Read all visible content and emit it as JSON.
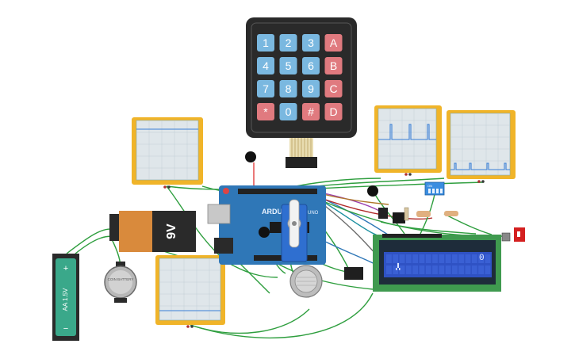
{
  "keypad": {
    "keys": [
      {
        "label": "1",
        "kind": "num"
      },
      {
        "label": "2",
        "kind": "num"
      },
      {
        "label": "3",
        "kind": "num"
      },
      {
        "label": "A",
        "kind": "alpha"
      },
      {
        "label": "4",
        "kind": "num"
      },
      {
        "label": "5",
        "kind": "num"
      },
      {
        "label": "6",
        "kind": "num"
      },
      {
        "label": "B",
        "kind": "alpha"
      },
      {
        "label": "7",
        "kind": "num"
      },
      {
        "label": "8",
        "kind": "num"
      },
      {
        "label": "9",
        "kind": "num"
      },
      {
        "label": "C",
        "kind": "alpha"
      },
      {
        "label": "*",
        "kind": "alpha"
      },
      {
        "label": "0",
        "kind": "num"
      },
      {
        "label": "#",
        "kind": "alpha"
      },
      {
        "label": "D",
        "kind": "alpha"
      }
    ]
  },
  "battery_9v": {
    "label": "9V"
  },
  "battery_aa": {
    "label": "AA 1.5V",
    "plus": "+",
    "minus": "−"
  },
  "coin_cell": {
    "label": "COIN BATTERY"
  },
  "arduino": {
    "brand": "ARDUINO",
    "model": "UNO"
  },
  "lcd": {
    "right_char": "0",
    "left_char": "Ὣ6"
  },
  "dip_switch": {
    "label": "ON"
  },
  "colors": {
    "wire_green": "#2e9e3e",
    "board_blue": "#2f77b7",
    "scope_frame": "#f0b429",
    "key_blue": "#7ab8e0",
    "key_red": "#e07a7f",
    "lcd_green": "#3f9a4f",
    "lcd_screen": "#2f52c4"
  }
}
